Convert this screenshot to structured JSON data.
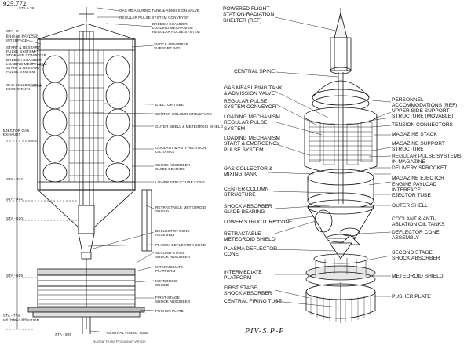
{
  "page_number": "925.772",
  "stamp": "PIV-S.P-P",
  "caption": "Nuclear Pulse Propulsion Vehicle",
  "left_labels": {
    "sta_top": "STA + 36",
    "gas_tank": "GAS MEASURING TANK & ADMISSION VALVE",
    "regular_conveyor": "REGULAR PULSE SYSTEM CONVEYER",
    "breech_loading": [
      "BREECH CHAMBER",
      "LOADING MECHANISM",
      "REGULAR PULSE SYSTEM"
    ],
    "sta_0": "STA - 0",
    "engine_payload": [
      "ENGINE-PAYLOAD",
      "INTERFACE"
    ],
    "start_restart": [
      "START & RESTART",
      "PULSE SYSTEM",
      "STORAGE CONVEYER"
    ],
    "shock_support": [
      "SHOCK ABSORBER",
      "SUPPORT PAD"
    ],
    "breech_start": [
      "BREECH CHAMBER",
      "LOADING MECHANISM",
      "START & RESTART",
      "PULSE SYSTEM"
    ],
    "gas_collector": [
      "GAS COLLECTOR &",
      "MIXING TANK"
    ],
    "ejector_tube": "EJECTOR TUBE",
    "center_column": "CENTER COLUMN STRUCTURE",
    "outer_shell": "OUTER SHELL & METEOROID SHIELD",
    "ejector_gas": [
      "EJECTOR GAS",
      "EXHAUST"
    ],
    "coolant": [
      "COOLANT & ANTI-ABLATION",
      "OIL TANKS"
    ],
    "shock_guide": [
      "SHOCK ABSORBER",
      "GUIDE BEARING"
    ],
    "sta_342": "STA - 342",
    "lower_cone": "LOWER STRUCTURE CONE",
    "sta_452": "STA - 452",
    "retractable": [
      "RETRACTABLE METEOROID",
      "SHIELD"
    ],
    "sta_510": "STA - 510",
    "deflector_cone": [
      "DEFLECTOR CONE",
      "ASSEMBLY"
    ],
    "plasma_cone": "PLASMA DEFLECTOR CONE",
    "second_stage": [
      "SECOND-STAGE",
      "SHOCK ABSORBER"
    ],
    "intermediate": [
      "INTERMEDIATE",
      "PLATFORM"
    ],
    "sta_659": "STA - 659",
    "meteoroid": [
      "METEOROID",
      "SHIELD"
    ],
    "first_stage": [
      "FIRST-STAGE",
      "SHOCK ABSORBER"
    ],
    "sta_774": "STA - 774",
    "neutral": "NEUTRAL POSITION",
    "pusher_plate": "PUSHER PLATE",
    "sta_805": "STA - 805",
    "central_firing": "CENTRAL FIRING TUBE"
  },
  "right_labels": {
    "powered_flight": [
      "POWERED FLIGHT",
      "STATION-RADIATION",
      "SHELTER (REF)"
    ],
    "central_spine": "CENTRAL SPINE",
    "personnel": [
      "PERSONNEL",
      "ACCOMMODATIONS (REF)"
    ],
    "gas_tank": [
      "GAS MEASURING TANK",
      "& ADMISSION VALVE"
    ],
    "regular_conveyor": [
      "REGULAR PULSE",
      "SYSTEM CONVEYOR"
    ],
    "upper_side": [
      "UPPER SIDE SUPPORT",
      "STRUCTURE (MOVABLE)"
    ],
    "tension": "TENSION CONNECTORS",
    "loading_regular": [
      "LOADING MECHANISM",
      "REGULAR PULSE",
      "SYSTEM"
    ],
    "magazine_stack": "MAGAZINE STACK",
    "magazine_support": [
      "MAGAZINE SUPPORT",
      "STRUCTURE"
    ],
    "loading_start": [
      "LOADING MECHANISM",
      "START & EMERGENCY",
      "PULSE SYSTEM"
    ],
    "regular_in_magazine": [
      "REGULAR PULSE SYSTEMS",
      "IN MAGAZINE"
    ],
    "delivery": "DELIVERY SPROCKET",
    "gas_collector": [
      "GAS COLLECTOR &",
      "MIXING TANK"
    ],
    "magazine_ejector": "MAGAZINE EJECTOR",
    "engine_payload": [
      "ENGINE PAYLOAD",
      "INTERFACE"
    ],
    "center_column": [
      "CENTER COLUMN",
      "STRUCTURE"
    ],
    "ejector_tube": "EJECTOR TUBE",
    "outer_shell": "OUTER SHELL",
    "shock_guide": [
      "SHOCK ABSORBER",
      "GUIDE BEARING"
    ],
    "coolant": [
      "COOLANT & ANTI-",
      "ABLATION OIL TANKS"
    ],
    "lower_cone": "LOWER STRUCTURE CONE",
    "retractable": [
      "RETRACTABLE",
      "METEOROID SHIELD"
    ],
    "deflector_cone": [
      "DEFLECTOR CONE",
      "ASSEMBLY"
    ],
    "plasma_cone": [
      "PLASMA DEFLECTOR",
      "CONE"
    ],
    "second_stage": [
      "SECOND STAGE",
      "SHOCK ABSORBER"
    ],
    "intermediate": [
      "INTERMEDIATE",
      "PLATFORM"
    ],
    "meteoroid": "METEOROID SHIELD",
    "first_stage": [
      "FIRST STAGE",
      "SHOCK ABSORBER"
    ],
    "central_firing": "CENTRAL FIRING TUBE",
    "pusher_plate": "PUSHER PLATE"
  }
}
